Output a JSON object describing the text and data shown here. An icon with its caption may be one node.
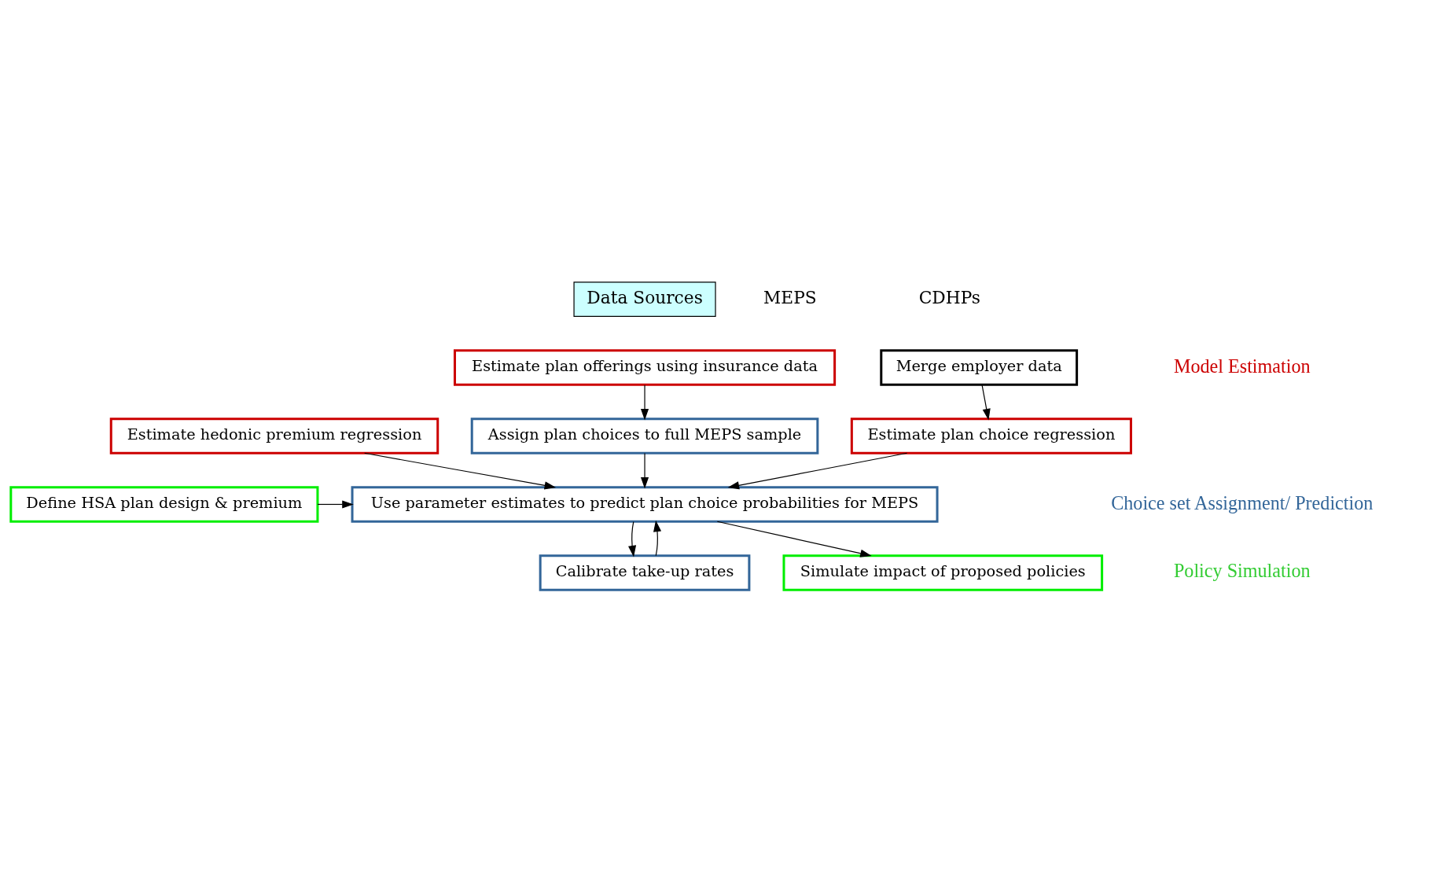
{
  "diagram": {
    "nodes": [
      {
        "text": [
          "Estimate plan offerings using insurance data"
        ]
      },
      {
        "text": [
          "Merge employer data"
        ]
      },
      {
        "text": [
          "Estimate hedonic premium regression"
        ]
      },
      {
        "text": [
          "Estimate plan choice regression"
        ]
      },
      {
        "text": [
          "Assign plan choices to full MEPS sample"
        ]
      },
      {
        "text": [
          "Use parameter estimates to predict plan choice probabilities for MEPS"
        ]
      },
      {
        "text": [
          "Define HSA plan design & premium"
        ]
      },
      {
        "text": [
          "Calibrate take-up rates"
        ]
      },
      {
        "text": [
          "Simulate impact of proposed policies"
        ]
      }
    ],
    "edges": [
      {
        "from": 0,
        "to": 4,
        "arrow": "to"
      },
      {
        "from": 1,
        "to": 3,
        "arrow": "to"
      },
      {
        "from": 2,
        "to": 5,
        "arrow": "to"
      },
      {
        "from": 4,
        "to": 5,
        "arrow": "to"
      },
      {
        "from": 3,
        "to": 5,
        "arrow": "to"
      },
      {
        "from": 6,
        "to": 5,
        "arrow": "to"
      },
      {
        "from": 7,
        "to": 5,
        "arrow": "to"
      },
      {
        "from": 5,
        "to": 7,
        "arrow": "to"
      },
      {
        "from": 5,
        "to": 8,
        "arrow": "to"
      }
    ],
    "labels": [
      "Data Sources",
      "MEPS",
      "CDHPs",
      "Model Estimation",
      "Choice set Assignment/ Prediction",
      "Policy Simulation"
    ]
  }
}
